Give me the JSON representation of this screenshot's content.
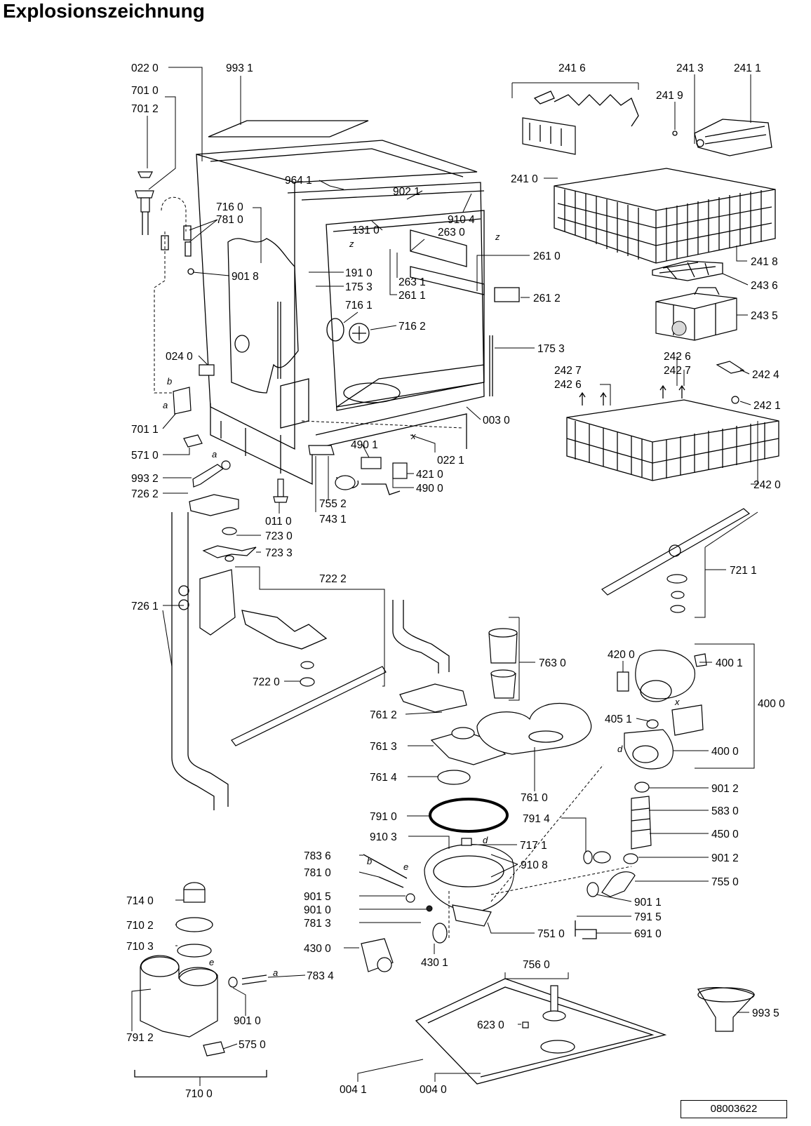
{
  "title": "Explosionszeichnung",
  "document_number": "08003622",
  "part_labels": {
    "p0220": "022 0",
    "p9931": "993 1",
    "p7010": "701 0",
    "p7012": "701 2",
    "p9641": "964 1",
    "p9021": "902 1",
    "p9104": "910 4",
    "p1310": "131 0",
    "p2630": "263 0",
    "p7160": "716 0",
    "p7810a": "781 0",
    "p9018": "901 8",
    "p1910": "191 0",
    "p1753a": "175 3",
    "p2610": "261 0",
    "p2631": "263 1",
    "p2611": "261 1",
    "p2612": "261 2",
    "p7161": "716 1",
    "p7162": "716 2",
    "p1753b": "175 3",
    "p0240": "024 0",
    "p0030": "003 0",
    "p7011": "701 1",
    "p4901": "490 1",
    "p0221": "022 1",
    "p5710": "571 0",
    "p4210": "421 0",
    "p4900": "490 0",
    "p9932": "993 2",
    "p7262": "726 2",
    "p7552": "755 2",
    "p7431": "743 1",
    "p0110": "011 0",
    "p7230": "723 0",
    "p7233": "723 3",
    "p7222": "722 2",
    "p7261": "726 1",
    "p7220": "722 0",
    "p2416": "241 6",
    "p2413": "241 3",
    "p2411": "241 1",
    "p2419": "241 9",
    "p2410": "241 0",
    "p2418": "241 8",
    "p2436": "243 6",
    "p2435": "243 5",
    "p2426a": "242 6",
    "p2427a": "242 7",
    "p2427b": "242 7",
    "p2426b": "242 6",
    "p2424": "242 4",
    "p2421": "242 1",
    "p2420": "242 0",
    "p7211": "721 1",
    "p7630": "763 0",
    "p4200": "420 0",
    "p4001": "400 1",
    "p4000a": "400 0",
    "p4051": "405 1",
    "p4000b": "400 0",
    "p7612": "761 2",
    "p7613": "761 3",
    "p7614": "761 4",
    "p7610": "761 0",
    "p9012a": "901 2",
    "p7910": "791 0",
    "p7914": "791 4",
    "p5830": "583 0",
    "p9103": "910 3",
    "p7171": "717 1",
    "p4500": "450 0",
    "p7836": "783 6",
    "p9108": "910 8",
    "p9012b": "901 2",
    "p7810b": "781 0",
    "p7550": "755 0",
    "p9015": "901 5",
    "p9011": "901 1",
    "p9010a": "901 0",
    "p7915": "791 5",
    "p7813": "781 3",
    "p7510": "751 0",
    "p6910": "691 0",
    "p4300": "430 0",
    "p4301": "430 1",
    "p7140": "714 0",
    "p7560": "756 0",
    "p7102": "710 2",
    "p7103": "710 3",
    "p7834": "783 4",
    "p6230": "623 0",
    "p9935": "993 5",
    "p9010b": "901 0",
    "p7912": "791 2",
    "p5750": "575 0",
    "p0041": "004 1",
    "p0040": "004 0",
    "p7100": "710 0"
  },
  "letters": {
    "b": "b",
    "a": "a",
    "z": "z",
    "x": "x",
    "d": "d",
    "e": "e"
  }
}
